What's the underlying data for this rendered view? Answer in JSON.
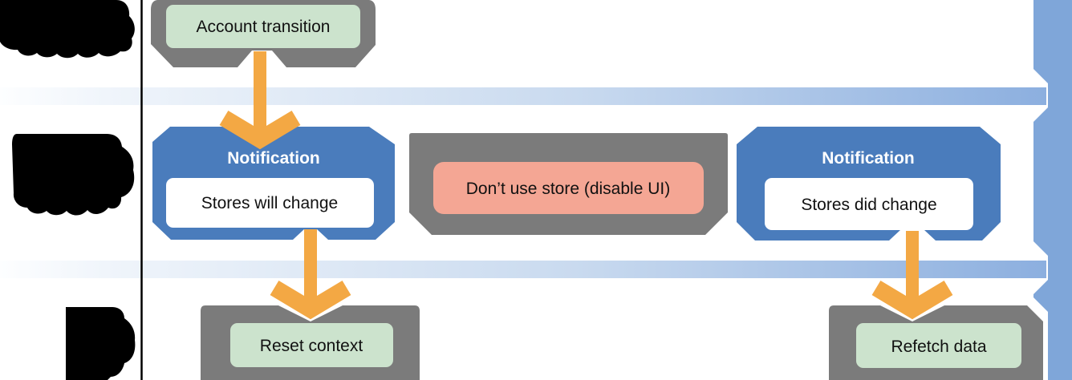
{
  "diagram": {
    "kind": "flow-diagram-slide",
    "lane_labels_redacted": true
  },
  "nodes": {
    "account_transition": {
      "label": "Account transition"
    },
    "notification_will": {
      "title": "Notification",
      "label": "Stores will change"
    },
    "dont_use_store": {
      "label": "Don’t use store (disable UI)"
    },
    "notification_did": {
      "title": "Notification",
      "label": "Stores did change"
    },
    "reset_context": {
      "label": "Reset context"
    },
    "refetch_data": {
      "label": "Refetch data"
    }
  },
  "colors": {
    "container_gray": "#7b7b7b",
    "node_green": "#cce3cd",
    "node_blue": "#4a7cbc",
    "node_salmon": "#f4a694",
    "node_white": "#ffffff",
    "arrow_orange": "#f3a844",
    "lane_vertical_blue": "#7fa6d9",
    "band_gradient_start": "#fdfeff",
    "band_gradient_mid": "#c9daef",
    "band_gradient_end": "#8cafdf",
    "divider_black": "#000000",
    "redaction_black": "#000000"
  }
}
